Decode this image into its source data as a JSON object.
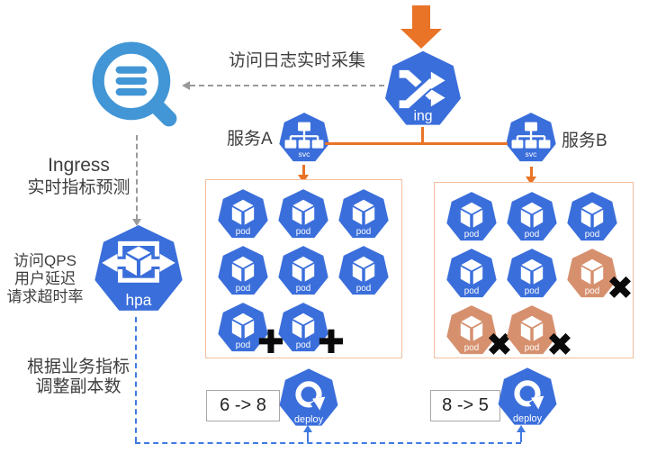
{
  "annotations": {
    "log_collection": "访问日志实时采集",
    "prediction_line1": "Ingress",
    "prediction_line2": "实时指标预测",
    "hpa_input_line1": "访问QPS",
    "hpa_input_line2": "用户延迟",
    "hpa_input_line3": "请求超时率",
    "adjust_line1": "根据业务指标",
    "adjust_line2": "调整副本数"
  },
  "icons": {
    "ingress_label": "ing",
    "service_label": "svc",
    "pod_label": "pod",
    "hpa_label": "hpa",
    "deploy_label": "deploy"
  },
  "services": {
    "a": {
      "name": "服务A",
      "scale_change": "6 -> 8",
      "pods": [
        {
          "state": "running",
          "marker": ""
        },
        {
          "state": "running",
          "marker": ""
        },
        {
          "state": "running",
          "marker": ""
        },
        {
          "state": "running",
          "marker": ""
        },
        {
          "state": "running",
          "marker": ""
        },
        {
          "state": "running",
          "marker": ""
        },
        {
          "state": "running",
          "marker": "✚"
        },
        {
          "state": "running",
          "marker": "✚"
        }
      ]
    },
    "b": {
      "name": "服务B",
      "scale_change": "8 -> 5",
      "pods": [
        {
          "state": "running",
          "marker": ""
        },
        {
          "state": "running",
          "marker": ""
        },
        {
          "state": "running",
          "marker": ""
        },
        {
          "state": "running",
          "marker": ""
        },
        {
          "state": "running",
          "marker": ""
        },
        {
          "state": "terminating",
          "marker": "✖"
        },
        {
          "state": "terminating",
          "marker": "✖"
        },
        {
          "state": "terminating",
          "marker": "✖"
        }
      ]
    }
  },
  "colors": {
    "k8s_blue": "#3A6EDB",
    "search_blue": "#4296D6",
    "orange": "#E97326",
    "terminating_pod": "#D6906E",
    "box_border": "#F2BE9C",
    "dashed_blue": "#3F7AE0",
    "dashed_gray": "#9A9A9A",
    "text": "#3E3E3E"
  }
}
